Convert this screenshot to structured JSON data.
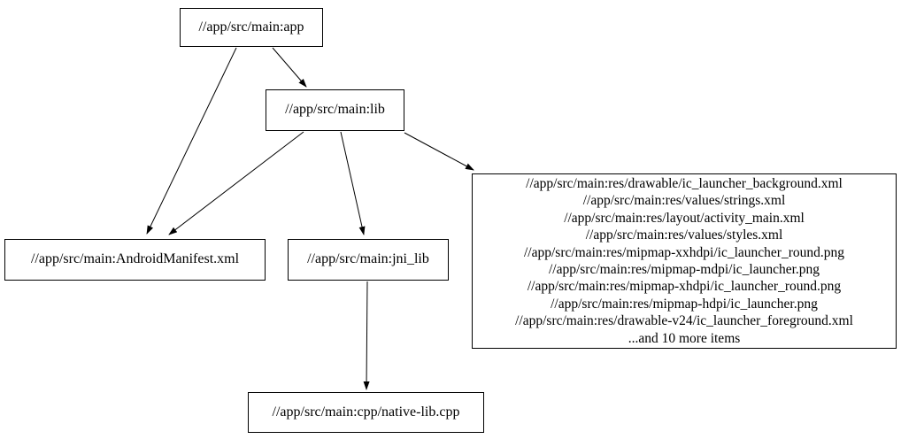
{
  "graph": {
    "colors": {
      "background": "#ffffff",
      "node_border": "#000000",
      "node_fill": "#ffffff",
      "edge": "#000000",
      "text": "#000000"
    },
    "nodes": {
      "app": {
        "label": "//app/src/main:app"
      },
      "lib": {
        "label": "//app/src/main:lib"
      },
      "manifest": {
        "label": "//app/src/main:AndroidManifest.xml"
      },
      "jni_lib": {
        "label": "//app/src/main:jni_lib"
      },
      "cpp": {
        "label": "//app/src/main:cpp/native-lib.cpp"
      },
      "res": {
        "lines": [
          "//app/src/main:res/drawable/ic_launcher_background.xml",
          "//app/src/main:res/values/strings.xml",
          "//app/src/main:res/layout/activity_main.xml",
          "//app/src/main:res/values/styles.xml",
          "//app/src/main:res/mipmap-xxhdpi/ic_launcher_round.png",
          "//app/src/main:res/mipmap-mdpi/ic_launcher.png",
          "//app/src/main:res/mipmap-xhdpi/ic_launcher_round.png",
          "//app/src/main:res/mipmap-hdpi/ic_launcher.png",
          "//app/src/main:res/drawable-v24/ic_launcher_foreground.xml",
          "...and 10 more items"
        ]
      }
    },
    "edges": [
      {
        "from": "//app/src/main:app",
        "to": "//app/src/main:AndroidManifest.xml"
      },
      {
        "from": "//app/src/main:app",
        "to": "//app/src/main:lib"
      },
      {
        "from": "//app/src/main:lib",
        "to": "//app/src/main:AndroidManifest.xml"
      },
      {
        "from": "//app/src/main:lib",
        "to": "//app/src/main:jni_lib"
      },
      {
        "from": "//app/src/main:lib",
        "to": "res-files-group"
      },
      {
        "from": "//app/src/main:jni_lib",
        "to": "//app/src/main:cpp/native-lib.cpp"
      }
    ]
  }
}
